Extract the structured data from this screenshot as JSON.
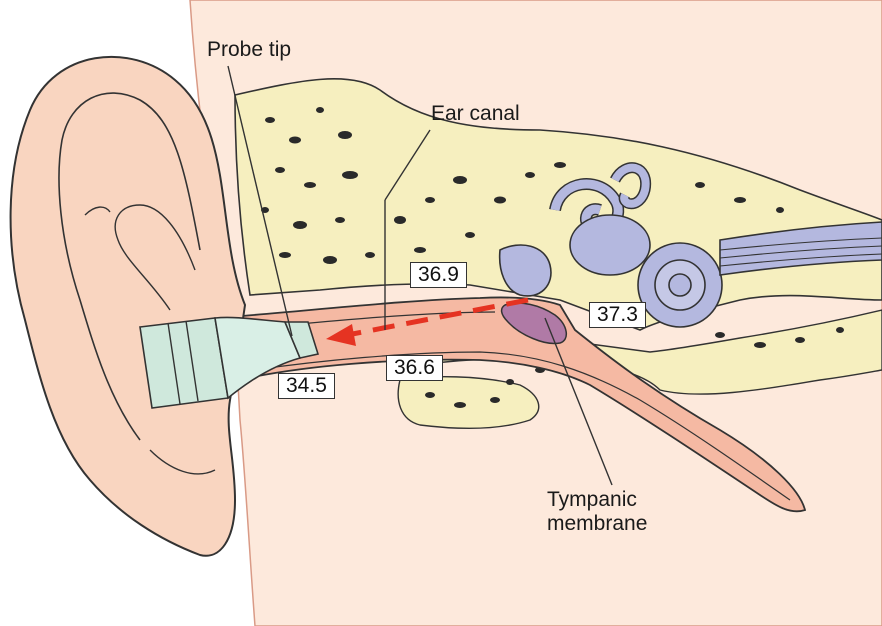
{
  "labels": {
    "probe_tip": "Probe tip",
    "ear_canal": "Ear canal",
    "tympanic_line1": "Tympanic",
    "tympanic_line2": "membrane"
  },
  "temperatures": {
    "probe_tip": "34.5",
    "canal_upper": "36.9",
    "canal_lower": "36.6",
    "tympanic": "37.3"
  },
  "colors": {
    "skin": "#f9d5c0",
    "background": "#fde9dc",
    "bone": "#f6efbf",
    "inner_ear": "#b4b8df",
    "probe": "#cfe8dc",
    "tympanic_membrane": "#b07aa6",
    "arrow": "#e53322"
  }
}
